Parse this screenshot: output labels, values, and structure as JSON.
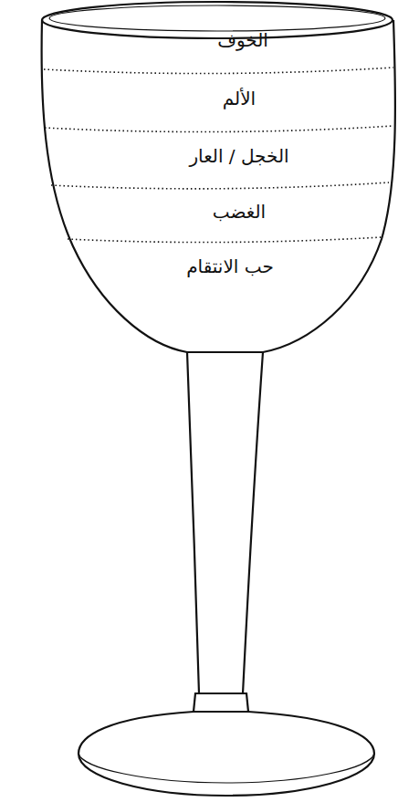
{
  "diagram": {
    "nodes": [
      {
        "text": [
          "الخوف"
        ]
      },
      {
        "text": [
          "الألم"
        ]
      },
      {
        "text": [
          "الخجل / العار"
        ]
      },
      {
        "text": [
          "الغضب"
        ]
      },
      {
        "text": [
          "حب الانتقام"
        ]
      }
    ]
  }
}
